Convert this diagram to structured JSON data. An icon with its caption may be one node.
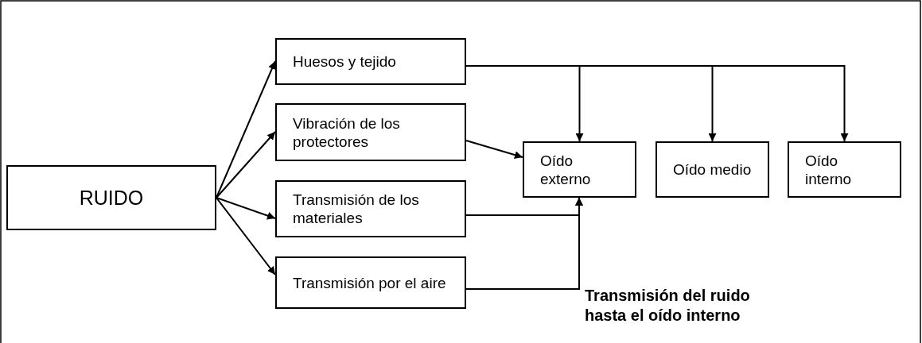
{
  "diagram": {
    "caption": "Transmisión del ruido hasta el oído interno",
    "nodes": [
      {
        "text": [
          "RUIDO"
        ]
      },
      {
        "text": [
          "Huesos y tejido"
        ]
      },
      {
        "text": [
          "Vibración de los protectores"
        ]
      },
      {
        "text": [
          "Transmisión de los materiales"
        ]
      },
      {
        "text": [
          "Transmisión por el aire"
        ]
      },
      {
        "text": [
          "Oído externo"
        ]
      },
      {
        "text": [
          "Oído medio"
        ]
      },
      {
        "text": [
          "Oído interno"
        ]
      }
    ],
    "edges": [
      {
        "from": 0,
        "to": 1,
        "arrow": "to"
      },
      {
        "from": 0,
        "to": 2,
        "arrow": "to"
      },
      {
        "from": 0,
        "to": 3,
        "arrow": "to"
      },
      {
        "from": 0,
        "to": 4,
        "arrow": "to"
      },
      {
        "from": 1,
        "to": 5,
        "arrow": "to"
      },
      {
        "from": 1,
        "to": 6,
        "arrow": "to"
      },
      {
        "from": 1,
        "to": 7,
        "arrow": "to"
      },
      {
        "from": 2,
        "to": 5,
        "arrow": "to"
      },
      {
        "from": 3,
        "to": 5,
        "arrow": "to"
      },
      {
        "from": 4,
        "to": 5,
        "arrow": "to"
      }
    ]
  }
}
